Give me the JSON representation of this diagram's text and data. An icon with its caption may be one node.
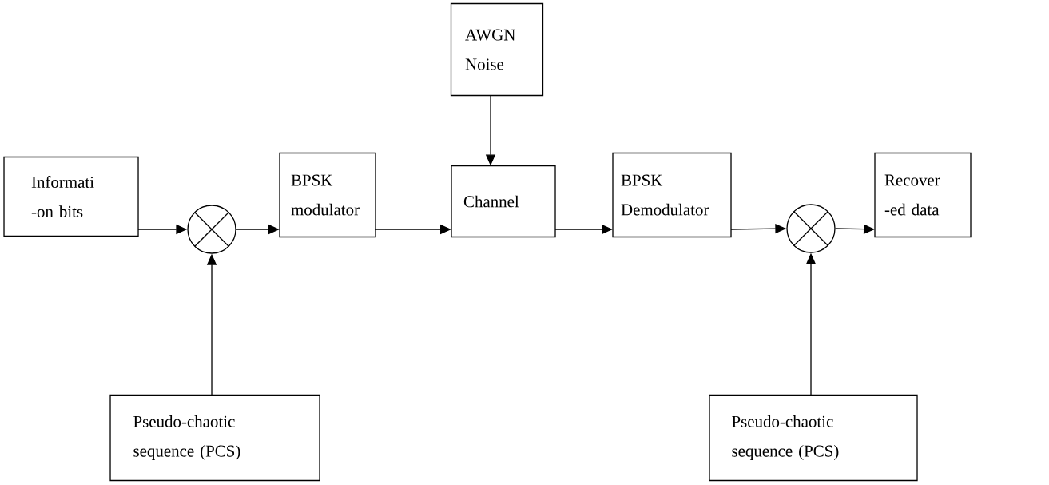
{
  "diagram": {
    "nodes": [
      {
        "text": [
          "Informati -on bits"
        ]
      },
      {
        "text": [],
        "shape": "circle"
      },
      {
        "text": [
          "BPSK modulator"
        ]
      },
      {
        "text": [
          "AWGN Noise"
        ]
      },
      {
        "text": [
          "Channel"
        ]
      },
      {
        "text": [
          "BPSK Demodulator"
        ]
      },
      {
        "text": [],
        "shape": "circle"
      },
      {
        "text": [
          "Recover -ed data"
        ]
      },
      {
        "text": [
          "Pseudo-chaotic sequence (PCS)"
        ]
      },
      {
        "text": [
          "Pseudo-chaotic sequence (PCS)"
        ]
      }
    ],
    "edges": [
      {
        "from": 0,
        "to": 1,
        "arrow": "to"
      },
      {
        "from": 1,
        "to": 2,
        "arrow": "to"
      },
      {
        "from": 2,
        "to": 4,
        "arrow": "to"
      },
      {
        "from": 3,
        "to": 4,
        "arrow": "to"
      },
      {
        "from": 4,
        "to": 5,
        "arrow": "to"
      },
      {
        "from": 5,
        "to": 6,
        "arrow": "to"
      },
      {
        "from": 6,
        "to": 7,
        "arrow": "to"
      },
      {
        "from": 8,
        "to": 1,
        "arrow": "to"
      },
      {
        "from": 9,
        "to": 6,
        "arrow": "to"
      }
    ]
  }
}
